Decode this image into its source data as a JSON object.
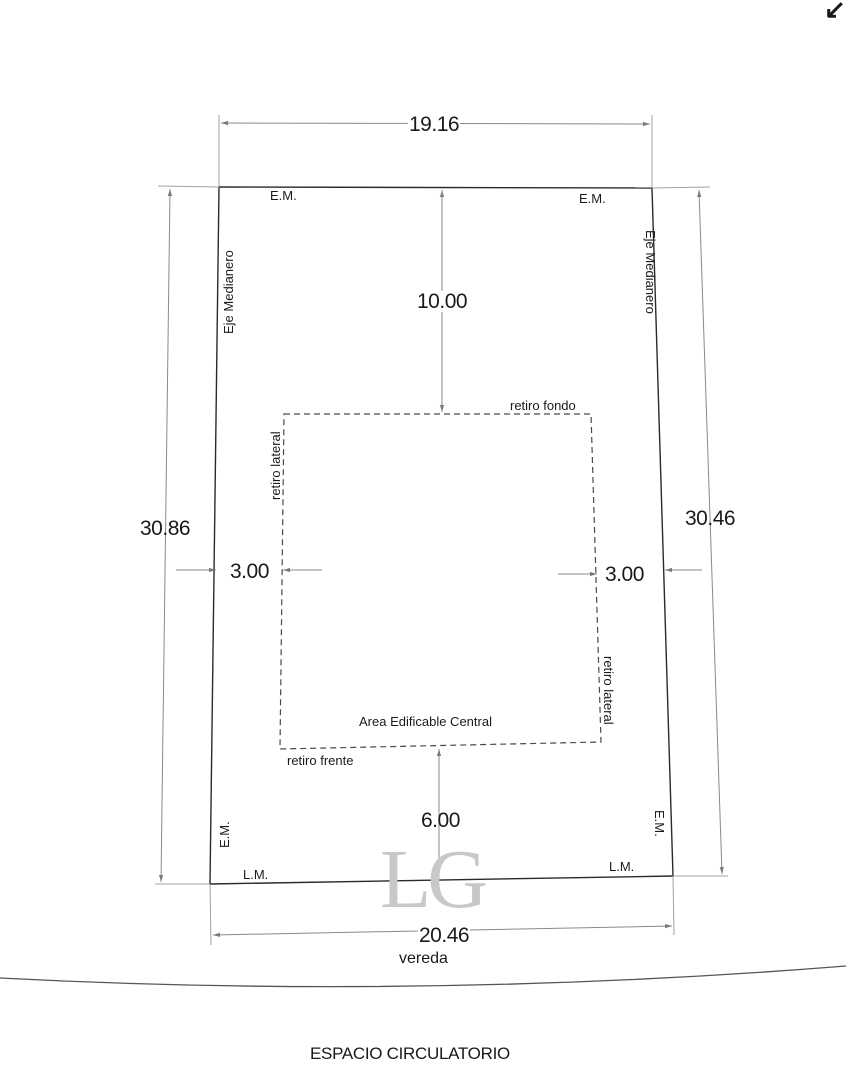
{
  "diagram": {
    "type": "site-plan",
    "title": "Area Edificable Central",
    "units": "m",
    "colors": {
      "lot_line": "#2a2a2a",
      "dimension_line": "#8a8a8a",
      "setback_line": "#4a4a4a",
      "watermark": "#c8c8c8",
      "text": "#1a1a1a"
    },
    "north_arrow": {
      "glyph": "↙",
      "icon": "north-arrow-icon"
    },
    "lot": {
      "top_width": "19.16",
      "bottom_width": "20.46",
      "left_depth": "30.86",
      "right_depth": "30.46",
      "labels": {
        "em_top_left": "E.M.",
        "em_top_right": "E.M.",
        "em_bottom_left": "E.M.",
        "em_bottom_right": "E.M.",
        "lm_left": "L.M.",
        "lm_right": "L.M.",
        "eje_left": "Eje Medianero",
        "eje_right": "Eje Medianero"
      }
    },
    "setbacks": {
      "fondo_value": "10.00",
      "fondo_label": "retiro fondo",
      "frente_value": "6.00",
      "frente_label": "retiro frente",
      "lateral_left_value": "3.00",
      "lateral_left_label": "retiro lateral",
      "lateral_right_value": "3.00",
      "lateral_right_label": "retiro lateral"
    },
    "buildable_area_label": "Area Edificable Central",
    "sidewalk_label": "vereda",
    "street_label": "ESPACIO CIRCULATORIO",
    "watermark": "LG"
  }
}
